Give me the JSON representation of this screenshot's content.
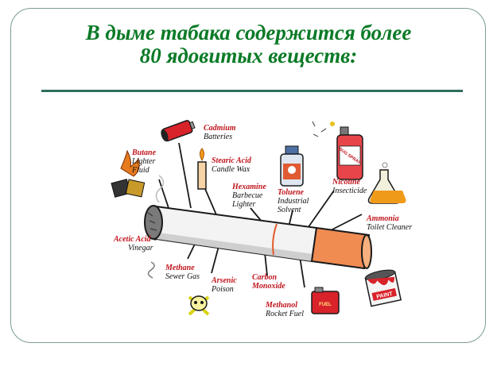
{
  "slide": {
    "title_line1": "В дыме табака содержится более",
    "title_line2": "80 ядовитых веществ:"
  },
  "labels": {
    "cadmium": {
      "name": "Cadmium",
      "desc": "Batteries"
    },
    "butane": {
      "name": "Butane",
      "desc1": "Lighter",
      "desc2": "Fluid"
    },
    "stearic": {
      "name": "Stearic Acid",
      "desc": "Candle Wax"
    },
    "hexamine": {
      "name": "Hexamine",
      "desc1": "Barbecue",
      "desc2": "Lighter"
    },
    "toluene": {
      "name": "Toluene",
      "desc1": "Industrial",
      "desc2": "Solvent"
    },
    "nicotine": {
      "name": "Nicotine",
      "desc": "Insecticide"
    },
    "ammonia": {
      "name": "Ammonia",
      "desc": "Toilet Cleaner"
    },
    "acetic": {
      "name": "Acetic Acid",
      "desc": "Vinegar"
    },
    "methane": {
      "name": "Methane",
      "desc": "Sewer Gas"
    },
    "arsenic": {
      "name": "Arsenic",
      "desc": "Poison"
    },
    "carbon": {
      "name1": "Carbon",
      "name2": "Monoxide"
    },
    "methanol": {
      "name": "Methanol",
      "desc": "Rocket Fuel"
    }
  },
  "icon_text": {
    "bug_spray": "BUG SPRAY",
    "fuel": "FUEL",
    "paint": "PAINT"
  },
  "colors": {
    "title": "#0a7a26",
    "label_name": "#c0141d",
    "filter": "#f08b52",
    "divider": "#2e6e5e"
  }
}
